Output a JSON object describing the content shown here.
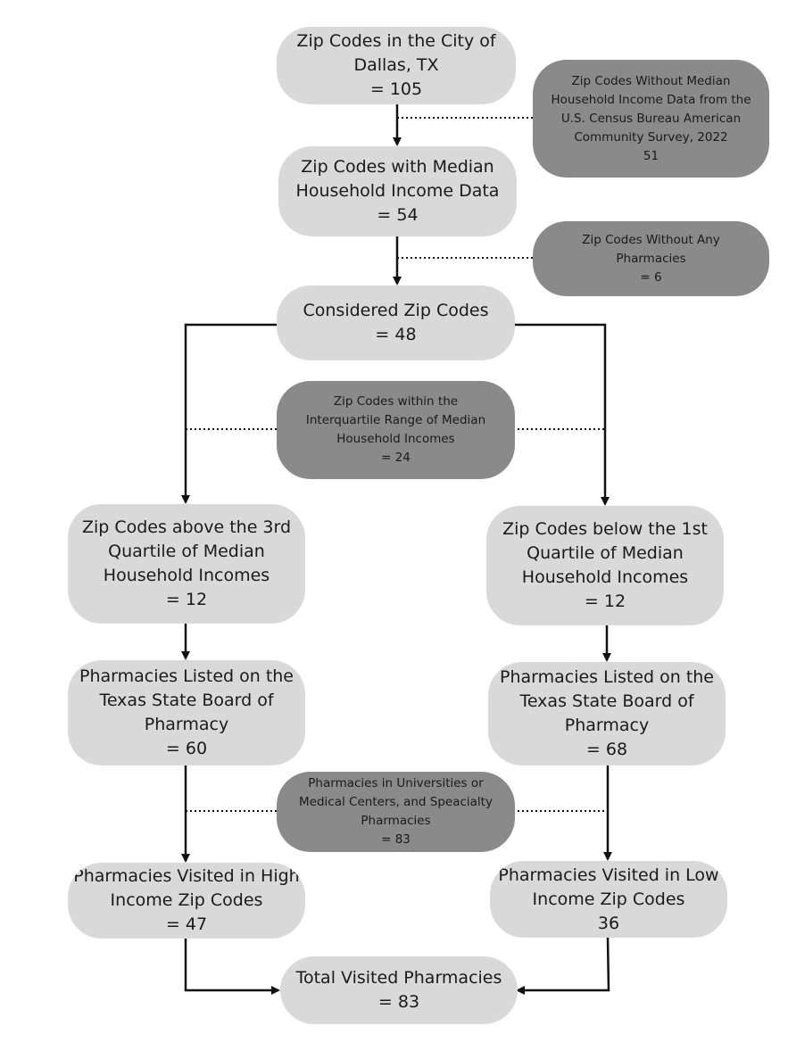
{
  "nodes": {
    "dallas": {
      "lines": [
        "Zip Codes in the City of",
        "Dallas, TX",
        "= 105"
      ]
    },
    "no_income": {
      "lines": [
        "Zip Codes Without Median",
        "Household Income Data from the",
        "U.S. Census Bureau American",
        "Community Survey, 2022",
        "51"
      ]
    },
    "with_income": {
      "lines": [
        "Zip Codes with Median",
        "Household Income Data",
        "= 54"
      ]
    },
    "no_pharmacies": {
      "lines": [
        "Zip Codes Without Any",
        "Pharmacies",
        "= 6"
      ]
    },
    "considered": {
      "lines": [
        "Considered Zip Codes",
        "= 48"
      ]
    },
    "iqr": {
      "lines": [
        "Zip Codes within the",
        "Interquartile Range of Median",
        "Household Incomes",
        "= 24"
      ]
    },
    "above_q3": {
      "lines": [
        "Zip Codes above the 3rd",
        "Quartile of Median",
        "Household Incomes",
        "= 12"
      ]
    },
    "below_q1": {
      "lines": [
        "Zip Codes below the 1st",
        "Quartile of Median",
        "Household Incomes",
        "= 12"
      ]
    },
    "listed_high": {
      "lines": [
        "Pharmacies Listed on the",
        "Texas State Board of",
        "Pharmacy",
        "= 60"
      ]
    },
    "listed_low": {
      "lines": [
        "Pharmacies Listed on the",
        "Texas State Board of",
        "Pharmacy",
        "= 68"
      ]
    },
    "excluded": {
      "lines": [
        "Pharmacies in Universities or",
        "Medical Centers, and Speacialty",
        "Pharmacies",
        "= 83"
      ]
    },
    "visited_high": {
      "lines": [
        "Pharmacies Visited in High",
        "Income Zip Codes",
        "= 47"
      ]
    },
    "visited_low": {
      "lines": [
        "Pharmacies Visited in Low",
        "Income Zip Codes",
        "36"
      ]
    },
    "total": {
      "lines": [
        "Total Visited Pharmacies",
        "= 83"
      ]
    }
  },
  "colors": {
    "main_box": "#d9d9d9",
    "excluded_box": "#8a8a8a",
    "line": "#111111"
  }
}
